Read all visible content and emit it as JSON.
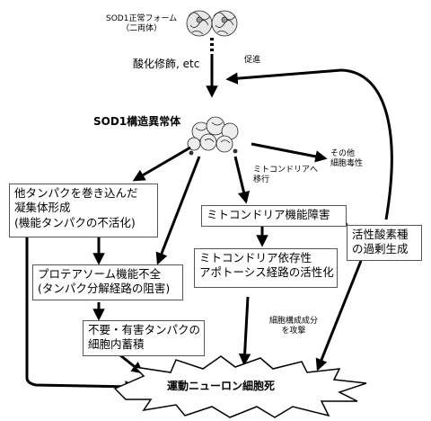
{
  "labels": {
    "normal_form": "SOD1正常フォーム\n（二両体）",
    "oxidation": "酸化修飾, etc",
    "promote": "促進",
    "abnormal": "SOD1構造異常体",
    "other_toxicity": "その他\n細胞毒性",
    "mito_transfer": "ミトコンドリアへ\n移行",
    "attack": "細胞構成成分\nを攻撃",
    "death": "運動ニューロン細胞死"
  },
  "boxes": {
    "aggregate": "他タンパクを巻き込んだ\n凝集体形成\n(機能タンパクの不活化)",
    "mito_dysfunction": "ミトコンドリア機能障害",
    "ros": "活性酸素種\nの過剰生成",
    "proteasome": "プロテアソーム機能不全\n(タンパク分解経路の阻害)",
    "apoptosis": "ミトコンドリア依存性\nアポトーシス経路の活性化",
    "accumulation": "不要・有害タンパクの\n細胞内蓄積"
  }
}
